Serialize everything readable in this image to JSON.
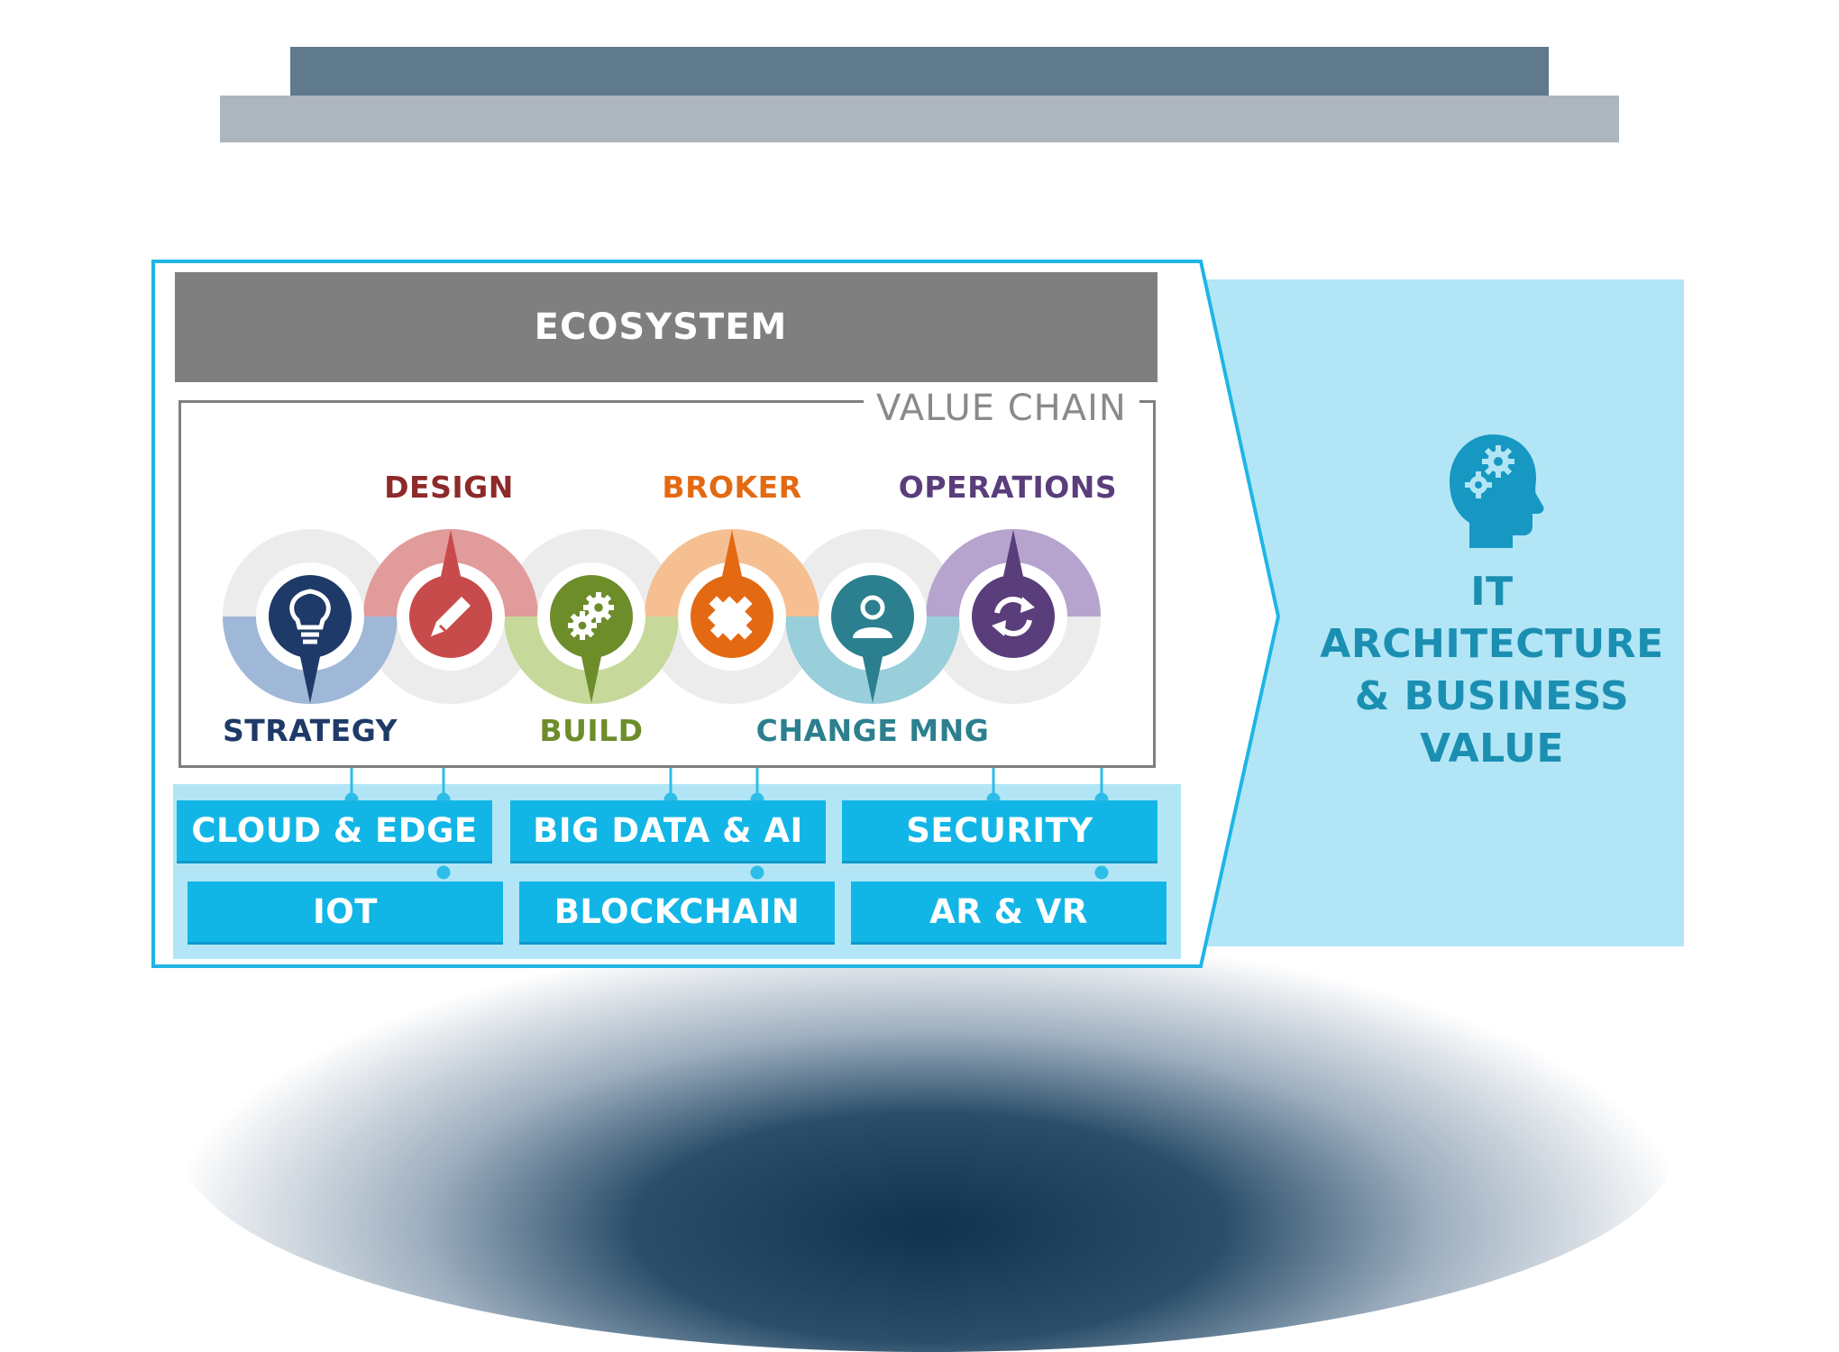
{
  "header": {
    "top_band_color": "#5e7a8c",
    "under_band_color": "#adb5be"
  },
  "ecosystem": {
    "title": "ECOSYSTEM"
  },
  "value_chain": {
    "title": "VALUE CHAIN",
    "stages": [
      {
        "label": "STRATEGY",
        "icon": "lightbulb-icon",
        "color": "#1e3a68",
        "ring_color": "#9fb8d8"
      },
      {
        "label": "DESIGN",
        "icon": "pencil-icon",
        "color": "#c84b4b",
        "ring_color": "#e29b9b"
      },
      {
        "label": "BUILD",
        "icon": "gears-icon",
        "color": "#6d8d2b",
        "ring_color": "#c6d99a"
      },
      {
        "label": "BROKER",
        "icon": "puzzle-icon",
        "color": "#e36a13",
        "ring_color": "#f6bf91"
      },
      {
        "label": "CHANGE MNG",
        "icon": "user-icon",
        "color": "#2c7f8e",
        "ring_color": "#99cedb"
      },
      {
        "label": "OPERATIONS",
        "icon": "refresh-icon",
        "color": "#5a3d7b",
        "ring_color": "#b6a4cf"
      }
    ]
  },
  "technologies": {
    "row1": [
      "CLOUD & EDGE",
      "BIG DATA & AI",
      "SECURITY"
    ],
    "row2": [
      "IOT",
      "BLOCKCHAIN",
      "AR & VR"
    ],
    "button_color": "#12b6e6"
  },
  "value": {
    "icon": "head-gears-icon",
    "lines": [
      "IT",
      "ARCHITECTURE",
      "& BUSINESS",
      "VALUE"
    ],
    "text_color": "#1b8fb1",
    "panel_color": "#b2e6f6"
  }
}
